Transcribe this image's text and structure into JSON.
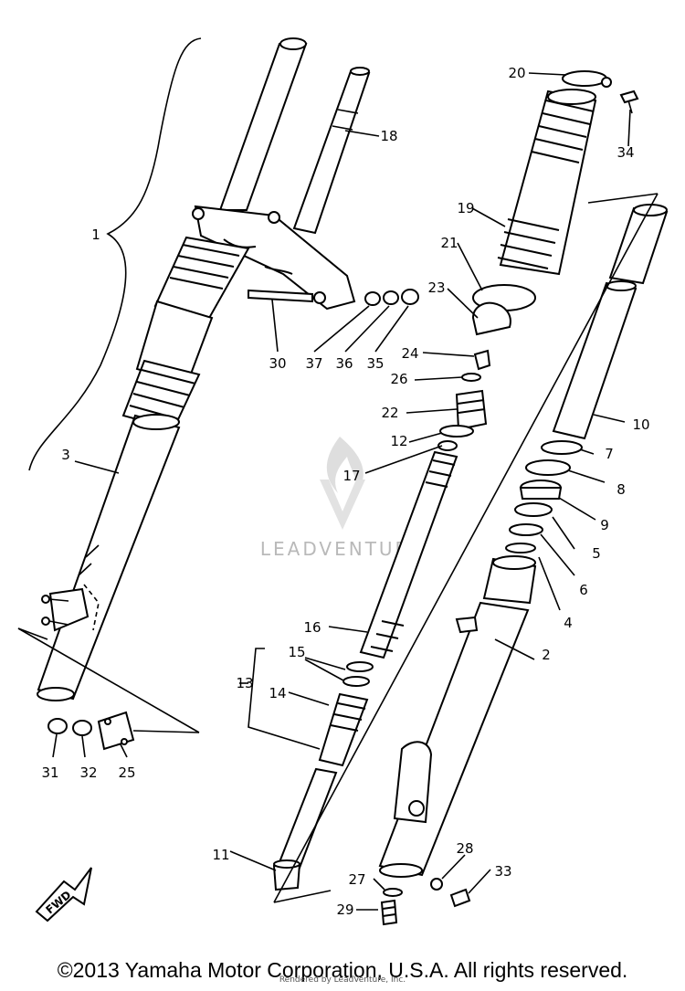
{
  "watermark": {
    "text": "LEADVENTURE"
  },
  "fwd_label": "FWD",
  "callouts": {
    "c1": "1",
    "c2": "2",
    "c3": "3",
    "c4": "4",
    "c5": "5",
    "c6": "6",
    "c7": "7",
    "c8": "8",
    "c9": "9",
    "c10": "10",
    "c11": "11",
    "c12": "12",
    "c13": "13",
    "c14": "14",
    "c15": "15",
    "c16": "16",
    "c17": "17",
    "c18": "18",
    "c19": "19",
    "c20": "20",
    "c21": "21",
    "c22": "22",
    "c23": "23",
    "c24": "24",
    "c25": "25",
    "c26": "26",
    "c27": "27",
    "c28": "28",
    "c29": "29",
    "c30": "30",
    "c31": "31",
    "c32": "32",
    "c33": "33",
    "c34": "34",
    "c35": "35",
    "c36": "36",
    "c37": "37"
  },
  "footer": {
    "copyright": "©2013 Yamaha Motor Corporation, U.S.A. All rights reserved.",
    "rendered_by": "Rendered by LeadVenture, Inc."
  }
}
